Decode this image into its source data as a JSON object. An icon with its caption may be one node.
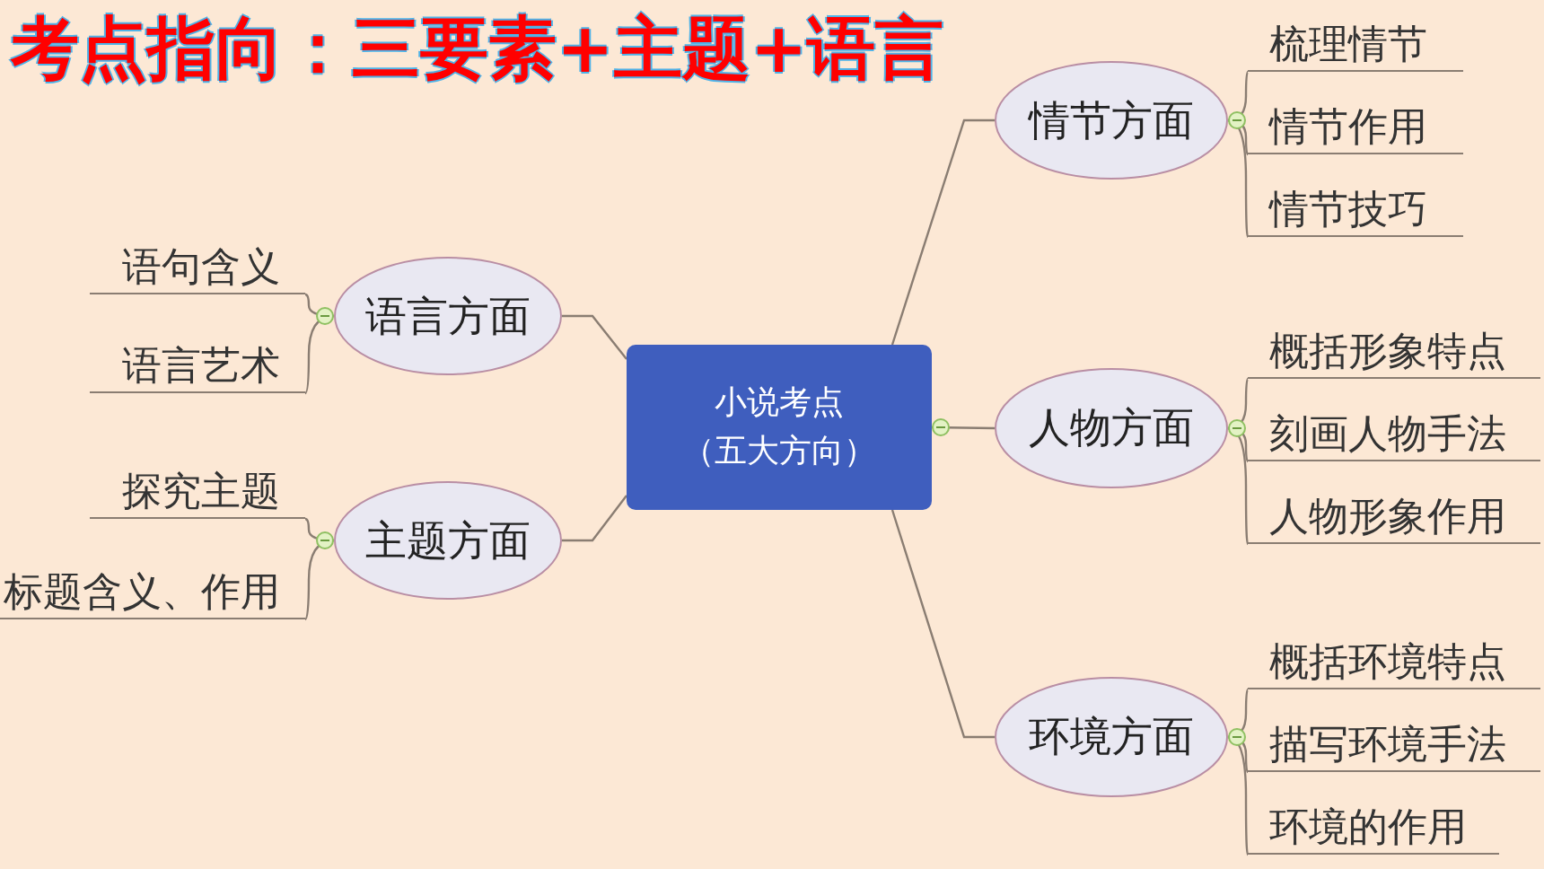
{
  "diagram": {
    "title": "考点指向：三要素+主题+语言",
    "nodes": [
      {
        "text": [
          "小说考点（五大方向）"
        ]
      },
      {
        "text": [
          "语言方面"
        ]
      },
      {
        "text": [
          "主题方面"
        ]
      },
      {
        "text": [
          "情节方面"
        ]
      },
      {
        "text": [
          "人物方面"
        ]
      },
      {
        "text": [
          "环境方面"
        ]
      },
      {
        "text": [
          "语句含义"
        ]
      },
      {
        "text": [
          "语言艺术"
        ]
      },
      {
        "text": [
          "探究主题"
        ]
      },
      {
        "text": [
          "标题含义、作用"
        ]
      },
      {
        "text": [
          "梳理情节"
        ]
      },
      {
        "text": [
          "情节作用"
        ]
      },
      {
        "text": [
          "情节技巧"
        ]
      },
      {
        "text": [
          "概括形象特点"
        ]
      },
      {
        "text": [
          "刻画人物手法"
        ]
      },
      {
        "text": [
          "人物形象作用"
        ]
      },
      {
        "text": [
          "概括环境特点"
        ]
      },
      {
        "text": [
          "描写环境手法"
        ]
      },
      {
        "text": [
          "环境的作用"
        ]
      }
    ],
    "edges": [
      {
        "from": 0,
        "to": 1,
        "arrow": "none"
      },
      {
        "from": 0,
        "to": 2,
        "arrow": "none"
      },
      {
        "from": 0,
        "to": 3,
        "arrow": "none"
      },
      {
        "from": 0,
        "to": 4,
        "arrow": "none"
      },
      {
        "from": 0,
        "to": 5,
        "arrow": "none"
      },
      {
        "from": 1,
        "to": 6,
        "arrow": "none"
      },
      {
        "from": 1,
        "to": 7,
        "arrow": "none"
      },
      {
        "from": 2,
        "to": 8,
        "arrow": "none"
      },
      {
        "from": 2,
        "to": 9,
        "arrow": "none"
      },
      {
        "from": 3,
        "to": 10,
        "arrow": "none"
      },
      {
        "from": 3,
        "to": 11,
        "arrow": "none"
      },
      {
        "from": 3,
        "to": 12,
        "arrow": "none"
      },
      {
        "from": 4,
        "to": 13,
        "arrow": "none"
      },
      {
        "from": 4,
        "to": 14,
        "arrow": "none"
      },
      {
        "from": 4,
        "to": 15,
        "arrow": "none"
      },
      {
        "from": 5,
        "to": 16,
        "arrow": "none"
      },
      {
        "from": 5,
        "to": 17,
        "arrow": "none"
      },
      {
        "from": 5,
        "to": 18,
        "arrow": "none"
      }
    ]
  }
}
